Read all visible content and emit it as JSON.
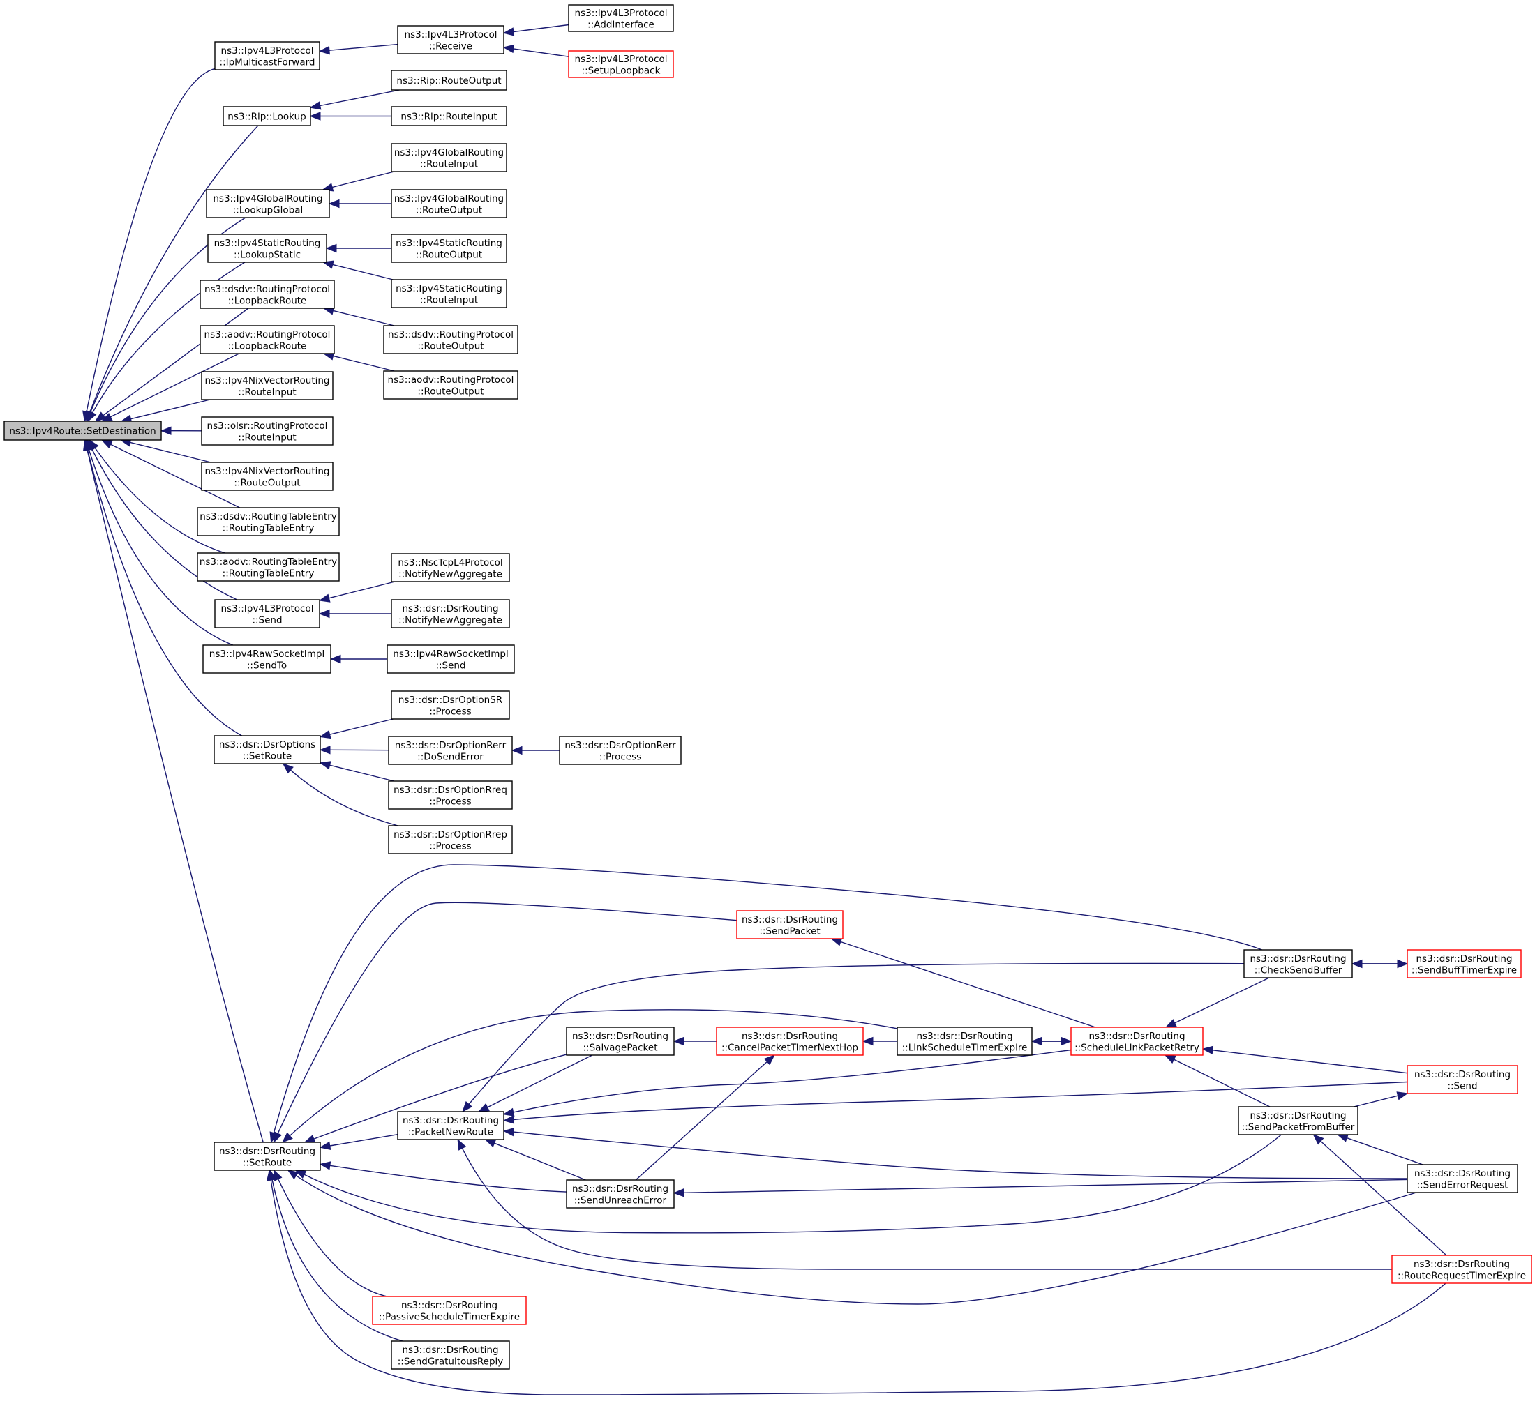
{
  "colors": {
    "edge": "#191970",
    "root_fill": "#bfbfbf",
    "highlight_border": "#ff0000",
    "border": "#000000"
  },
  "nodes": [
    {
      "id": "root",
      "lines": [
        "ns3::Ipv4Route::SetDestination"
      ],
      "root": true
    },
    {
      "id": "ipMcFwd",
      "lines": [
        "ns3::Ipv4L3Protocol",
        "::IpMulticastForward"
      ]
    },
    {
      "id": "l3Receive",
      "lines": [
        "ns3::Ipv4L3Protocol",
        "::Receive"
      ]
    },
    {
      "id": "addIface",
      "lines": [
        "ns3::Ipv4L3Protocol",
        "::AddInterface"
      ]
    },
    {
      "id": "setupLoop",
      "lines": [
        "ns3::Ipv4L3Protocol",
        "::SetupLoopback"
      ],
      "red": true
    },
    {
      "id": "ripLookup",
      "lines": [
        "ns3::Rip::Lookup"
      ]
    },
    {
      "id": "ripRouteOut",
      "lines": [
        "ns3::Rip::RouteOutput"
      ]
    },
    {
      "id": "ripRouteIn",
      "lines": [
        "ns3::Rip::RouteInput"
      ]
    },
    {
      "id": "globalLookup",
      "lines": [
        "ns3::Ipv4GlobalRouting",
        "::LookupGlobal"
      ]
    },
    {
      "id": "globalRouteIn",
      "lines": [
        "ns3::Ipv4GlobalRouting",
        "::RouteInput"
      ]
    },
    {
      "id": "globalRouteOut",
      "lines": [
        "ns3::Ipv4GlobalRouting",
        "::RouteOutput"
      ]
    },
    {
      "id": "staticLookup",
      "lines": [
        "ns3::Ipv4StaticRouting",
        "::LookupStatic"
      ]
    },
    {
      "id": "staticRouteOut",
      "lines": [
        "ns3::Ipv4StaticRouting",
        "::RouteOutput"
      ]
    },
    {
      "id": "staticRouteIn",
      "lines": [
        "ns3::Ipv4StaticRouting",
        "::RouteInput"
      ]
    },
    {
      "id": "dsdvLoop",
      "lines": [
        "ns3::dsdv::RoutingProtocol",
        "::LoopbackRoute"
      ]
    },
    {
      "id": "dsdvRouteOut",
      "lines": [
        "ns3::dsdv::RoutingProtocol",
        "::RouteOutput"
      ]
    },
    {
      "id": "aodvLoop",
      "lines": [
        "ns3::aodv::RoutingProtocol",
        "::LoopbackRoute"
      ]
    },
    {
      "id": "aodvRouteOut",
      "lines": [
        "ns3::aodv::RoutingProtocol",
        "::RouteOutput"
      ]
    },
    {
      "id": "nixRouteIn",
      "lines": [
        "ns3::Ipv4NixVectorRouting",
        "::RouteInput"
      ]
    },
    {
      "id": "olsrRouteIn",
      "lines": [
        "ns3::olsr::RoutingProtocol",
        "::RouteInput"
      ]
    },
    {
      "id": "nixRouteOut",
      "lines": [
        "ns3::Ipv4NixVectorRouting",
        "::RouteOutput"
      ]
    },
    {
      "id": "dsdvRTE",
      "lines": [
        "ns3::dsdv::RoutingTableEntry",
        "::RoutingTableEntry"
      ]
    },
    {
      "id": "aodvRTE",
      "lines": [
        "ns3::aodv::RoutingTableEntry",
        "::RoutingTableEntry"
      ]
    },
    {
      "id": "l3Send",
      "lines": [
        "ns3::Ipv4L3Protocol",
        "::Send"
      ]
    },
    {
      "id": "nscNotify",
      "lines": [
        "ns3::NscTcpL4Protocol",
        "::NotifyNewAggregate"
      ]
    },
    {
      "id": "dsrNotify",
      "lines": [
        "ns3::dsr::DsrRouting",
        "::NotifyNewAggregate"
      ]
    },
    {
      "id": "rawSendTo",
      "lines": [
        "ns3::Ipv4RawSocketImpl",
        "::SendTo"
      ]
    },
    {
      "id": "rawSend",
      "lines": [
        "ns3::Ipv4RawSocketImpl",
        "::Send"
      ]
    },
    {
      "id": "optSetRoute",
      "lines": [
        "ns3::dsr::DsrOptions",
        "::SetRoute"
      ]
    },
    {
      "id": "srProcess",
      "lines": [
        "ns3::dsr::DsrOptionSR",
        "::Process"
      ]
    },
    {
      "id": "rerrDoSend",
      "lines": [
        "ns3::dsr::DsrOptionRerr",
        "::DoSendError"
      ]
    },
    {
      "id": "rerrProcess",
      "lines": [
        "ns3::dsr::DsrOptionRerr",
        "::Process"
      ]
    },
    {
      "id": "rreqProcess",
      "lines": [
        "ns3::dsr::DsrOptionRreq",
        "::Process"
      ]
    },
    {
      "id": "rrepProcess",
      "lines": [
        "ns3::dsr::DsrOptionRrep",
        "::Process"
      ]
    },
    {
      "id": "sendPacket",
      "lines": [
        "ns3::dsr::DsrRouting",
        "::SendPacket"
      ],
      "red": true
    },
    {
      "id": "checkSendBuf",
      "lines": [
        "ns3::dsr::DsrRouting",
        "::CheckSendBuffer"
      ]
    },
    {
      "id": "sendBuffTimer",
      "lines": [
        "ns3::dsr::DsrRouting",
        "::SendBuffTimerExpire"
      ],
      "red": true
    },
    {
      "id": "salvage",
      "lines": [
        "ns3::dsr::DsrRouting",
        "::SalvagePacket"
      ]
    },
    {
      "id": "cancelTimer",
      "lines": [
        "ns3::dsr::DsrRouting",
        "::CancelPacketTimerNextHop"
      ],
      "red": true
    },
    {
      "id": "linkSched",
      "lines": [
        "ns3::dsr::DsrRouting",
        "::LinkScheduleTimerExpire"
      ]
    },
    {
      "id": "schedRetry",
      "lines": [
        "ns3::dsr::DsrRouting",
        "::ScheduleLinkPacketRetry"
      ],
      "red": true
    },
    {
      "id": "dsrSend",
      "lines": [
        "ns3::dsr::DsrRouting",
        "::Send"
      ],
      "red": true
    },
    {
      "id": "packetNewRoute",
      "lines": [
        "ns3::dsr::DsrRouting",
        "::PacketNewRoute"
      ]
    },
    {
      "id": "sendFromBuf",
      "lines": [
        "ns3::dsr::DsrRouting",
        "::SendPacketFromBuffer"
      ]
    },
    {
      "id": "dsrSetRoute",
      "lines": [
        "ns3::dsr::DsrRouting",
        "::SetRoute"
      ]
    },
    {
      "id": "sendUnreach",
      "lines": [
        "ns3::dsr::DsrRouting",
        "::SendUnreachError"
      ]
    },
    {
      "id": "sendErrReq",
      "lines": [
        "ns3::dsr::DsrRouting",
        "::SendErrorRequest"
      ]
    },
    {
      "id": "rreqTimer",
      "lines": [
        "ns3::dsr::DsrRouting",
        "::RouteRequestTimerExpire"
      ],
      "red": true
    },
    {
      "id": "passiveTimer",
      "lines": [
        "ns3::dsr::DsrRouting",
        "::PassiveScheduleTimerExpire"
      ],
      "red": true
    },
    {
      "id": "gratReply",
      "lines": [
        "ns3::dsr::DsrRouting",
        "::SendGratuitousReply"
      ]
    }
  ]
}
